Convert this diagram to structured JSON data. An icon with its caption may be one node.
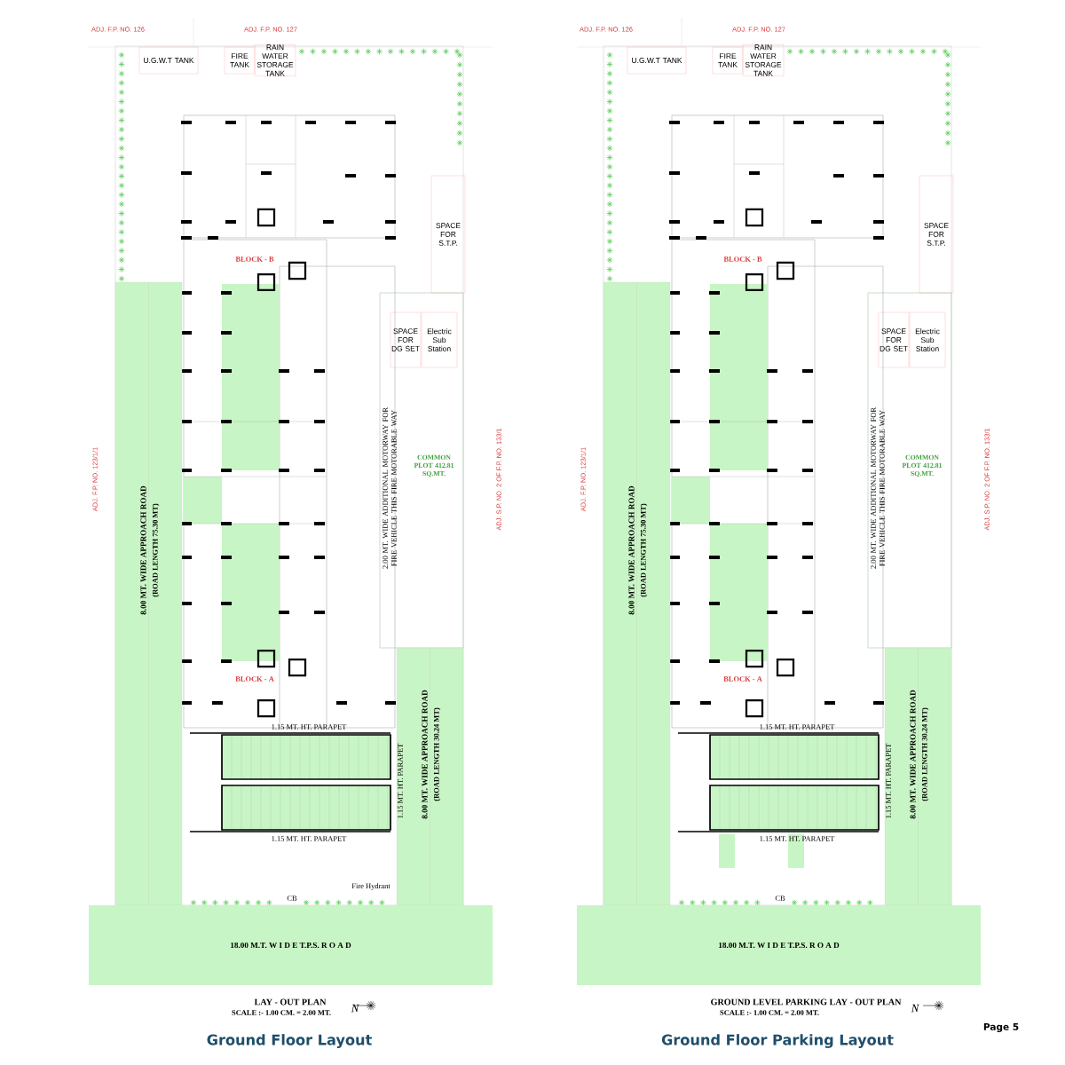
{
  "diagram": {
    "nodes": [
      {
        "text": [
          "U.G.W.T TANK"
        ]
      },
      {
        "text": [
          "FIRE TANK"
        ]
      },
      {
        "text": [
          "RAIN WATER STORAGE TANK"
        ]
      },
      {
        "text": [
          "SPACE FOR S.T.P."
        ]
      },
      {
        "text": [
          "COMMON PLOT 412.81 SQ.MT.",
          "2.00 MT. WIDE ADDITIONAL MOTORWAY FOR FIRE VEHICLE THIS FIRE MOTORABLE WAY"
        ]
      },
      {
        "text": [
          "SPACE FOR DG SET"
        ],
        "in": 4
      },
      {
        "text": [
          "Electric Sub Station"
        ],
        "in": 4
      },
      {
        "text": [
          "8.00 MT. WIDE APPROACH ROAD",
          "(ROAD LENGTH 75.30 MT)"
        ]
      },
      {
        "text": [
          "8.00 MT. WIDE APPROACH ROAD",
          "(ROAD LENGTH 30.24 MT)"
        ]
      },
      {
        "text": [
          "18.00 M.T. W I D E T.P.S. R O A D"
        ]
      },
      {
        "text": [
          "U.G.W.T TANK"
        ]
      },
      {
        "text": [
          "FIRE TANK"
        ]
      },
      {
        "text": [
          "RAIN WATER STORAGE TANK"
        ]
      },
      {
        "text": [
          "SPACE FOR S.T.P."
        ]
      },
      {
        "text": [
          "COMMON PLOT 412.81 SQ.MT.",
          "2.00 MT. WIDE ADDITIONAL MOTORWAY FOR FIRE VEHICLE THIS FIRE MOTORABLE WAY"
        ]
      },
      {
        "text": [
          "SPACE FOR DG SET"
        ],
        "in": 14
      },
      {
        "text": [
          "Electric Sub Station"
        ],
        "in": 14
      },
      {
        "text": [
          "8.00 MT. WIDE APPROACH ROAD",
          "(ROAD LENGTH 75.30 MT)"
        ]
      },
      {
        "text": [
          "8.00 MT. WIDE APPROACH ROAD",
          "(ROAD LENGTH 30.24 MT)"
        ]
      },
      {
        "text": [
          "18.00 M.T. W I D E T.P.S. R O A D"
        ]
      }
    ],
    "labels": [
      "ADJ. F.P. NO. 126",
      "ADJ. F.P. NO. 127",
      "ADJ. F.P. NO. 123/1/1",
      "ADJ. S.P. NO. 2 OF F.P. NO. 133/1",
      "BLOCK - B",
      "BLOCK - A",
      "1.15 MT. HT. PARAPET",
      "1.15 MT. HT. PARAPET",
      "1.15 MT. HT. PARAPET",
      "Fire Hydrant",
      "CB",
      "LAY - OUT PLAN",
      "SCALE :- 1.00 CM. = 2.00 MT.",
      "N",
      "Ground Floor Layout",
      "ADJ. F.P. NO. 126",
      "ADJ. F.P. NO. 127",
      "ADJ. F.P. NO. 123/1/1",
      "ADJ. S.P. NO. 2 OF F.P. NO. 133/1",
      "BLOCK - B",
      "BLOCK - A",
      "1.15 MT. HT. PARAPET",
      "1.15 MT. HT. PARAPET",
      "1.15 MT. HT. PARAPET",
      "CB",
      "GROUND LEVEL PARKING LAY - OUT PLAN",
      "SCALE :- 1.00 CM. = 2.00 MT.",
      "N",
      "Ground Floor Parking Layout",
      "Page 5"
    ]
  }
}
